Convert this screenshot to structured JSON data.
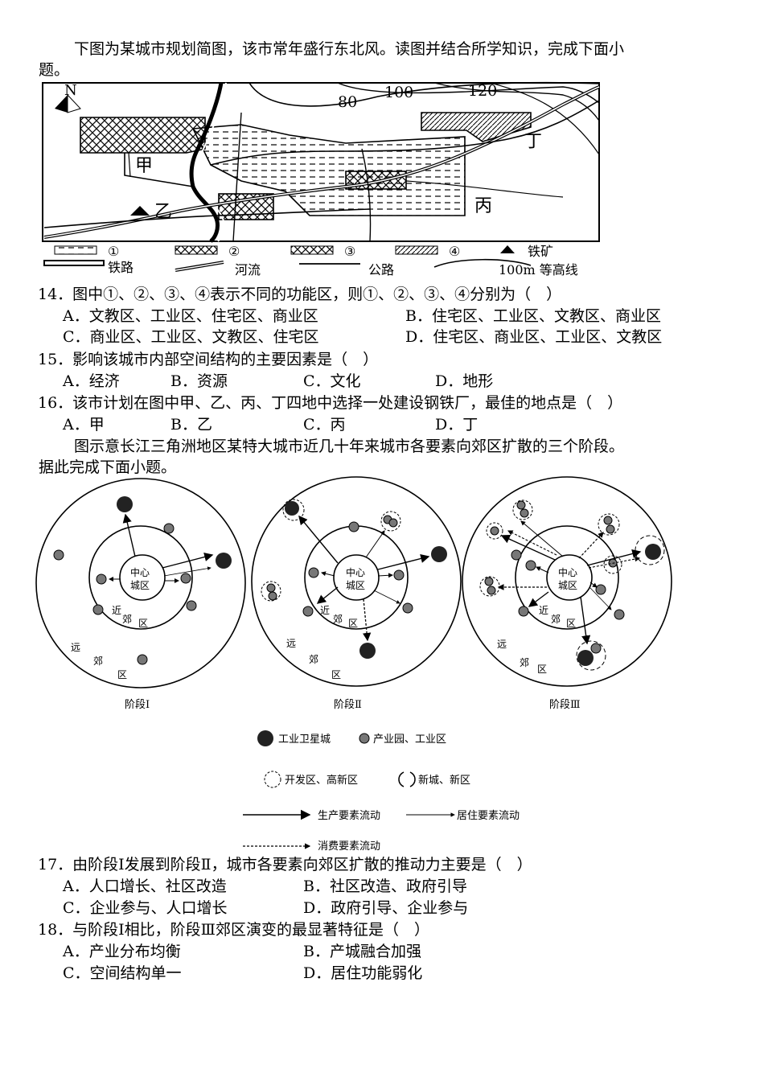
{
  "intro1": "下图为某城市规划简图，该市常年盛行东北风。读图并结合所学知识，完成下面小",
  "intro1b": "题。",
  "map": {
    "north": "N",
    "contours": [
      "80",
      "100",
      "120"
    ],
    "places": [
      "甲",
      "乙",
      "丙",
      "丁"
    ],
    "legend": {
      "z1": "①",
      "z2": "②",
      "z3": "③",
      "z4": "④",
      "ore": "铁矿",
      "rail": "铁路",
      "river": "河流",
      "road": "公路",
      "contour": "100m 等高线"
    }
  },
  "questions": [
    {
      "stem": "14．图中①、②、③、④表示不同的功能区，则①、②、③、④分别为（　）",
      "options": [
        "A．文教区、工业区、住宅区、商业区",
        "B．住宅区、工业区、文教区、商业区",
        "C．商业区、工业区、文教区、住宅区",
        "D．住宅区、商业区、工业区、文教区"
      ]
    },
    {
      "stem": "15．影响该城市内部空间结构的主要因素是（　）",
      "options": [
        "A．经济",
        "B．资源",
        "C．文化",
        "D．地形"
      ]
    },
    {
      "stem": "16．该市计划在图中甲、乙、丙、丁四地中选择一处建设钢铁厂，最佳的地点是（　）",
      "options": [
        "A．甲",
        "B．乙",
        "C．丙",
        "D．丁"
      ]
    },
    {
      "stem": "17．由阶段Ⅰ发展到阶段Ⅱ，城市各要素向郊区扩散的推动力主要是（　）",
      "options": [
        "A．人口增长、社区改造",
        "B．社区改造、政府引导",
        "C．企业参与、人口增长",
        "D．政府引导、企业参与"
      ]
    },
    {
      "stem": "18．与阶段Ⅰ相比，阶段Ⅲ郊区演变的最显著特征是（　）",
      "options": [
        "A．产业分布均衡",
        "B．产城融合加强",
        "C．空间结构单一",
        "D．居住功能弱化"
      ]
    }
  ],
  "intro2": "图示意长江三角洲地区某特大城市近几十年来城市各要素向郊区扩散的三个阶段。",
  "intro2b": "据此完成下面小题。",
  "stages": {
    "center": [
      "中心",
      "城区"
    ],
    "near": [
      "近",
      "郊",
      "区"
    ],
    "far": [
      "远",
      "郊",
      "区"
    ],
    "titles": [
      "阶段Ⅰ",
      "阶段Ⅱ",
      "阶段Ⅲ"
    ],
    "legend": {
      "satellite": "工业卫星城",
      "park": "产业园、工业区",
      "devzone": "开发区、高新区",
      "newtown": "新城、新区",
      "prodflow": "生产要素流动",
      "resflow": "居住要素流动",
      "consflow": "消费要素流动"
    }
  }
}
